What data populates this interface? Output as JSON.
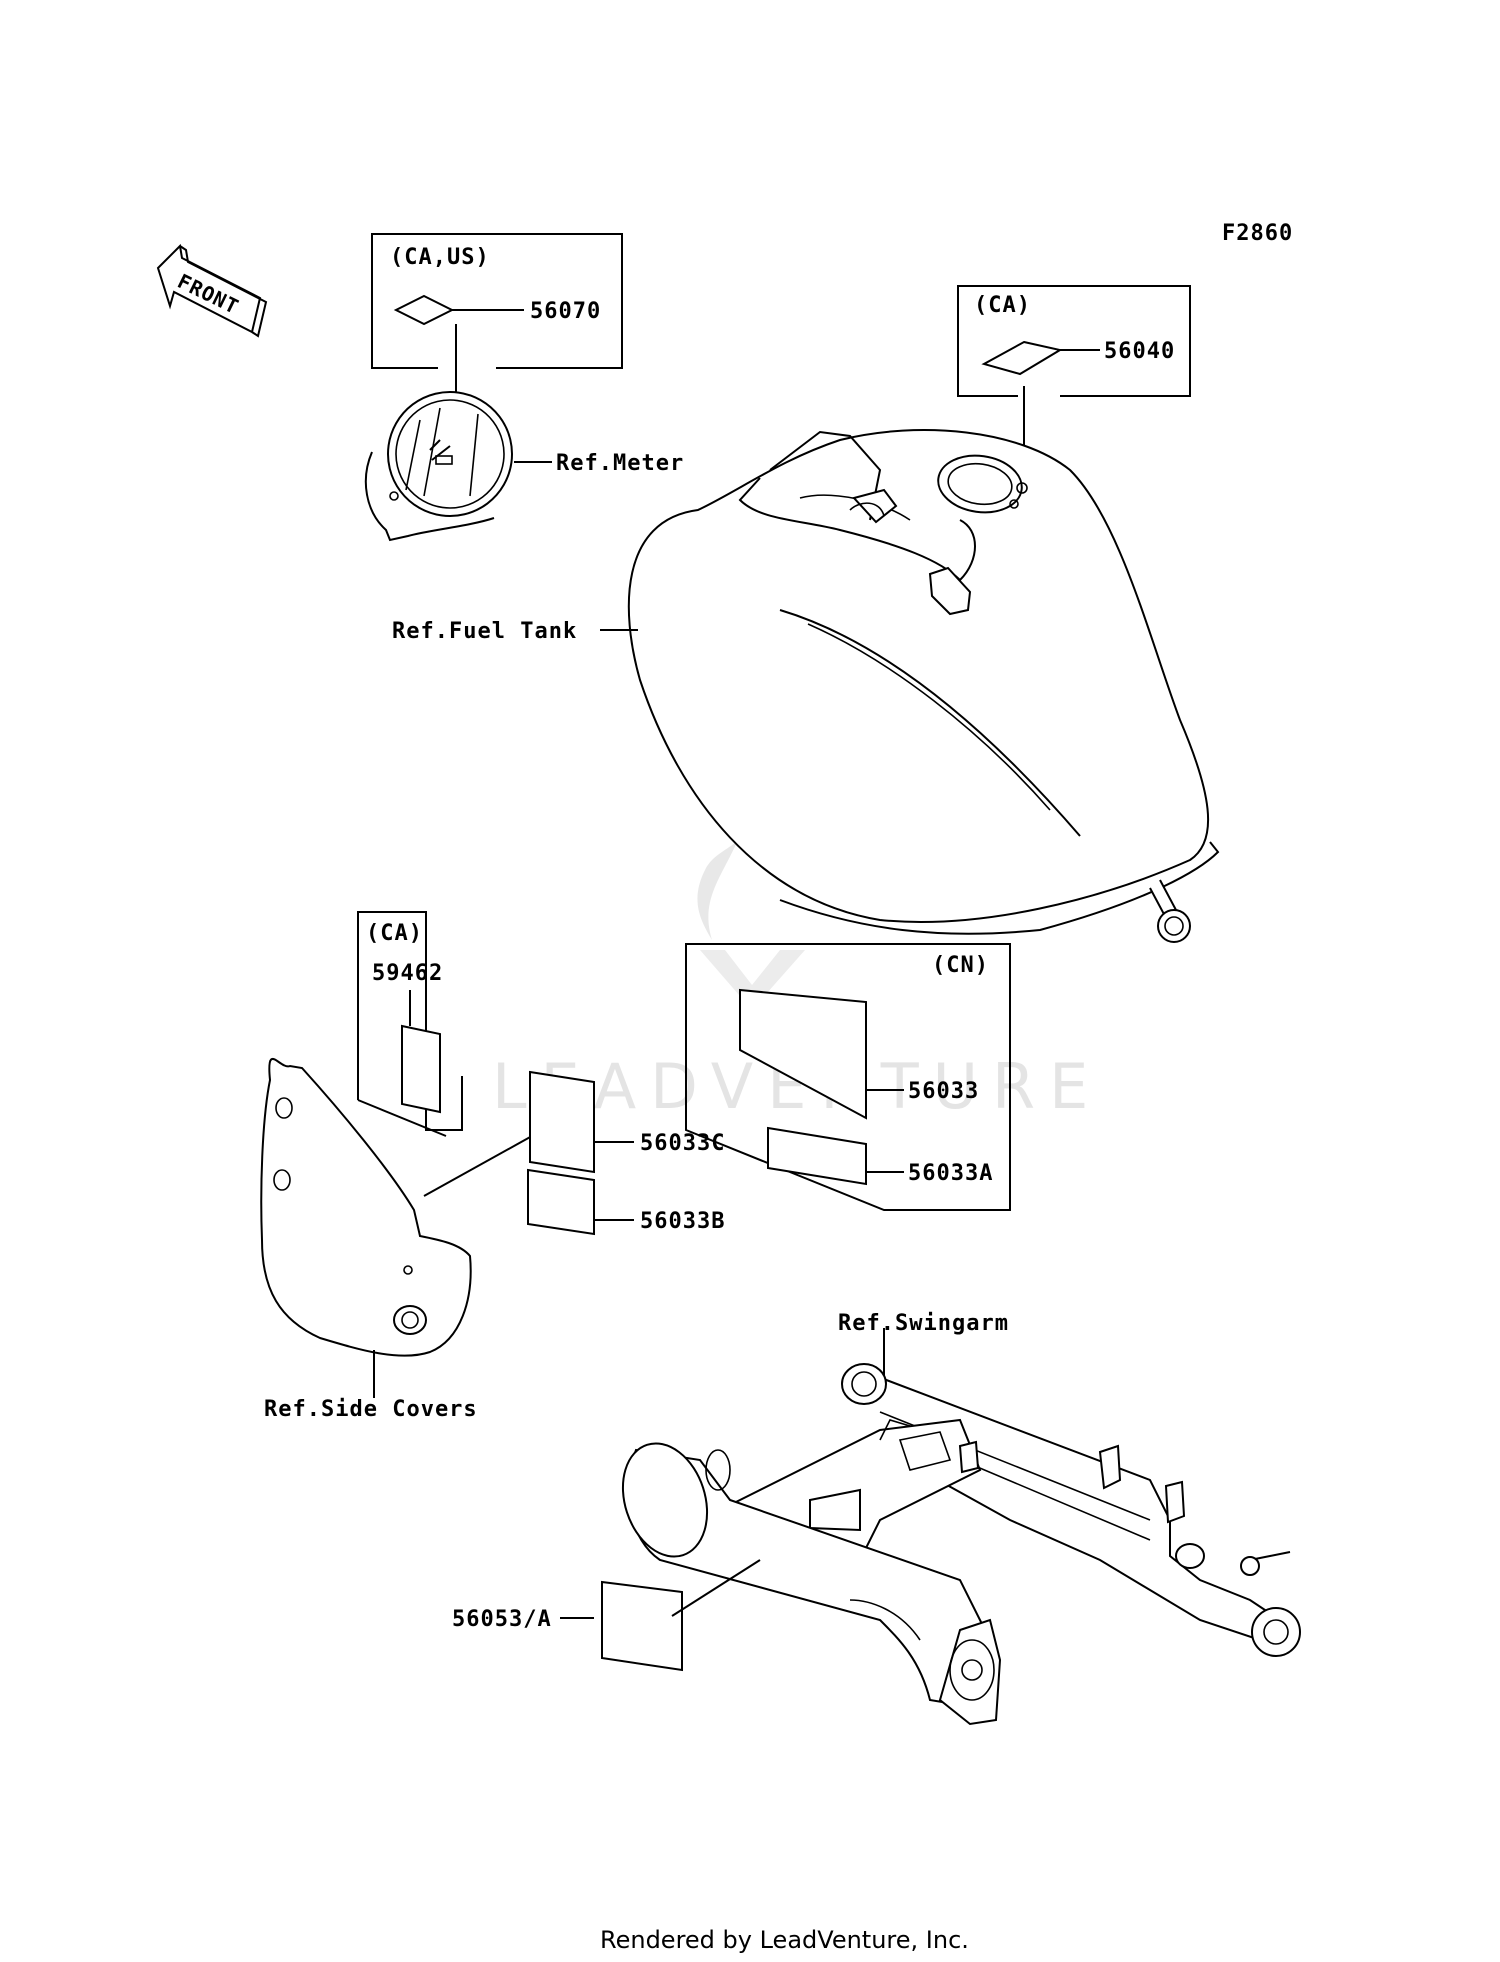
{
  "figure_code": "F2860",
  "front_label": "FRONT",
  "watermark": "LEADVENTURE",
  "footer": "Rendered by LeadVenture, Inc.",
  "callouts": {
    "meter_region": "(CA,US)",
    "meter_label_part": "56070",
    "ref_meter": "Ref.Meter",
    "tank_region": "(CA)",
    "tank_label_part": "56040",
    "ref_fuel_tank": "Ref.Fuel Tank",
    "side_region": "(CA)",
    "side_label_part": "59462",
    "cn_region": "(CN)",
    "cn_part_1": "56033",
    "cn_part_2": "56033A",
    "part_56033c": "56033C",
    "part_56033b": "56033B",
    "ref_side_covers": "Ref.Side Covers",
    "ref_swingarm": "Ref.Swingarm",
    "swingarm_part": "56053/A"
  }
}
